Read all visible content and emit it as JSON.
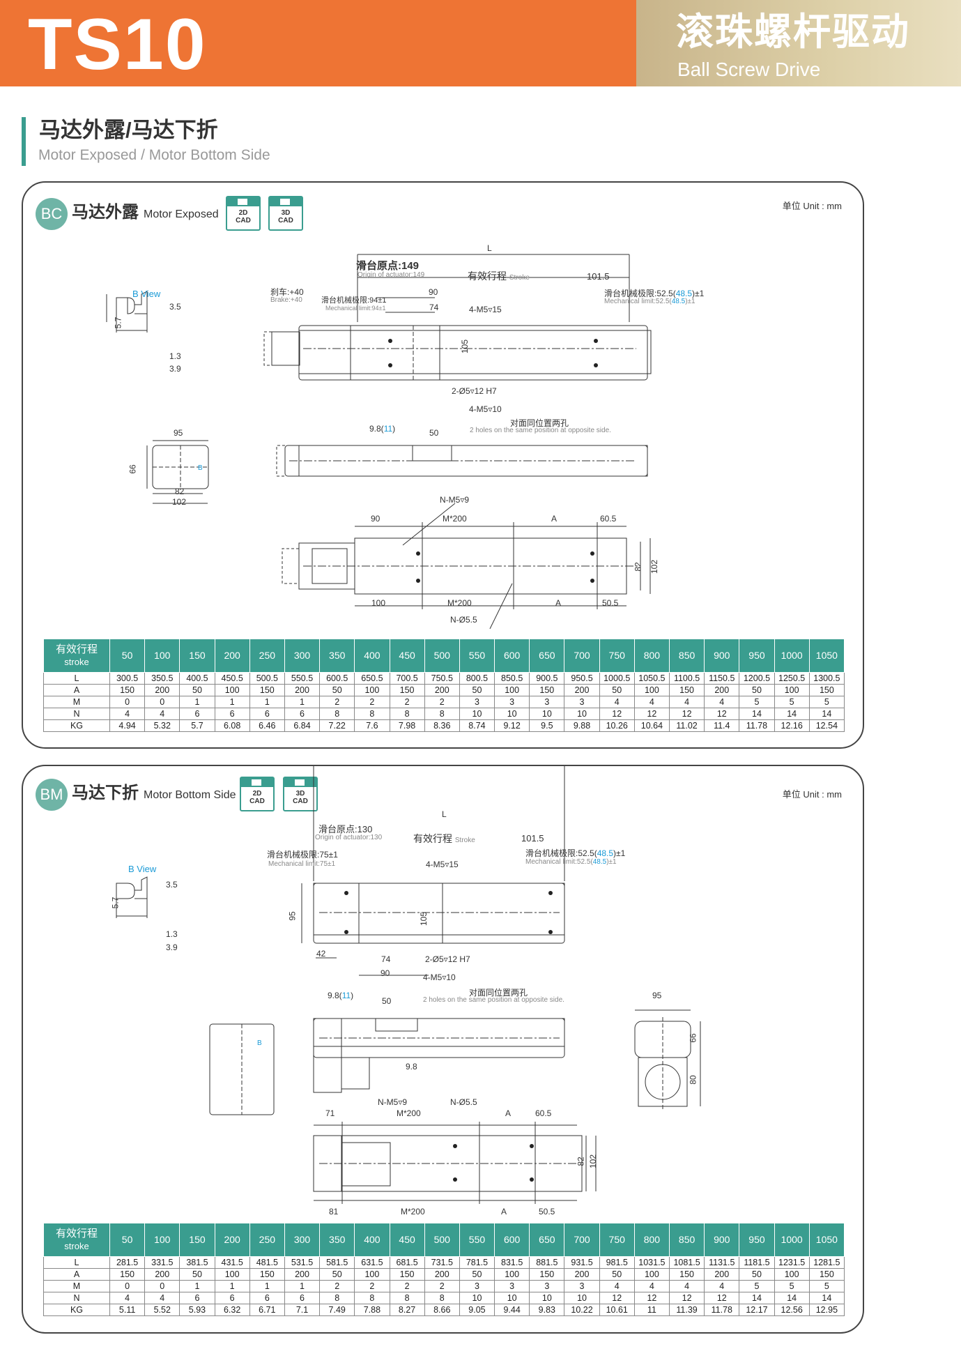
{
  "header": {
    "model": "TS10",
    "title_cn": "滚珠螺杆驱动",
    "title_en": "Ball Screw Drive"
  },
  "section": {
    "title_cn": "马达外露/马达下折",
    "title_en": "Motor Exposed / Motor Bottom Side"
  },
  "colors": {
    "orange": "#ee7434",
    "teal": "#3a9d8f",
    "gold": "#d8c79e",
    "blue": "#1a9ad6"
  },
  "panel_bc": {
    "badge": "BC",
    "title_cn": "马达外露",
    "title_en": "Motor Exposed",
    "cad_2d": "2D CAD",
    "cad_3d": "3D CAD",
    "unit": "单位 Unit : mm",
    "drawing": {
      "b_view": "B View",
      "dim_3_5": "3.5",
      "dim_5_7": "5.7",
      "dim_1_3": "1.3",
      "dim_3_9": "3.9",
      "L": "L",
      "origin_cn": "滑台原点:149",
      "origin_en": "Origin of actuator:149",
      "stroke_cn": "有效行程",
      "stroke_en": "Stroke",
      "d101_5": "101.5",
      "brake_cn": "刹车:+40",
      "brake_en": "Brake:+40",
      "mech_left_cn": "滑台机械极限:94±1",
      "mech_left_en": "Mechanical limit:94±1",
      "mech_right_cn": "滑台机械极限:52.5(",
      "mech_right_blue": "48.5",
      "mech_right_tail": ")±1",
      "mech_right_en": "Mechanical limit:52.5(",
      "mech_right_en_tail": ")±1",
      "d90": "90",
      "d74": "74",
      "m5_15": "4-M5▿15",
      "d105": "105",
      "hole_h7": "2-Ø5▿12 H7",
      "m5_10": "4-M5▿10",
      "d9_8": "9.8(",
      "d9_8_blue": "11",
      "d9_8_tail": ")",
      "d50": "50",
      "opp_cn": "对面同位置两孔",
      "opp_en": "2 holes on the same position at opposite side.",
      "d95": "95",
      "d66": "66",
      "d82": "82",
      "d102": "102",
      "nm5": "N-M5▿9",
      "m200": "M*200",
      "A": "A",
      "d60_5": "60.5",
      "d100": "100",
      "d50_5": "50.5",
      "n55": "N-Ø5.5",
      "b_mark": "B"
    },
    "table": {
      "head_cn": "有效行程",
      "head_en": "stroke",
      "strokes": [
        "50",
        "100",
        "150",
        "200",
        "250",
        "300",
        "350",
        "400",
        "450",
        "500",
        "550",
        "600",
        "650",
        "700",
        "750",
        "800",
        "850",
        "900",
        "950",
        "1000",
        "1050"
      ],
      "rows": [
        {
          "label": "L",
          "values": [
            "300.5",
            "350.5",
            "400.5",
            "450.5",
            "500.5",
            "550.5",
            "600.5",
            "650.5",
            "700.5",
            "750.5",
            "800.5",
            "850.5",
            "900.5",
            "950.5",
            "1000.5",
            "1050.5",
            "1100.5",
            "1150.5",
            "1200.5",
            "1250.5",
            "1300.5"
          ]
        },
        {
          "label": "A",
          "values": [
            "150",
            "200",
            "50",
            "100",
            "150",
            "200",
            "50",
            "100",
            "150",
            "200",
            "50",
            "100",
            "150",
            "200",
            "50",
            "100",
            "150",
            "200",
            "50",
            "100",
            "150"
          ]
        },
        {
          "label": "M",
          "values": [
            "0",
            "0",
            "1",
            "1",
            "1",
            "1",
            "2",
            "2",
            "2",
            "2",
            "3",
            "3",
            "3",
            "3",
            "4",
            "4",
            "4",
            "4",
            "5",
            "5",
            "5"
          ]
        },
        {
          "label": "N",
          "values": [
            "4",
            "4",
            "6",
            "6",
            "6",
            "6",
            "8",
            "8",
            "8",
            "8",
            "10",
            "10",
            "10",
            "10",
            "12",
            "12",
            "12",
            "12",
            "14",
            "14",
            "14"
          ]
        },
        {
          "label": "KG",
          "values": [
            "4.94",
            "5.32",
            "5.7",
            "6.08",
            "6.46",
            "6.84",
            "7.22",
            "7.6",
            "7.98",
            "8.36",
            "8.74",
            "9.12",
            "9.5",
            "9.88",
            "10.26",
            "10.64",
            "11.02",
            "11.4",
            "11.78",
            "12.16",
            "12.54"
          ]
        }
      ]
    }
  },
  "panel_bm": {
    "badge": "BM",
    "title_cn": "马达下折",
    "title_en": "Motor Bottom Side",
    "cad_2d": "2D CAD",
    "cad_3d": "3D CAD",
    "unit": "单位 Unit : mm",
    "drawing": {
      "b_view": "B View",
      "dim_3_5": "3.5",
      "dim_5_7": "5.7",
      "dim_1_3": "1.3",
      "dim_3_9": "3.9",
      "L": "L",
      "origin_cn": "滑台原点:130",
      "origin_en": "Origin of actuator:130",
      "stroke_cn": "有效行程",
      "stroke_en": "Stroke",
      "d101_5": "101.5",
      "mech_left_cn": "滑台机械极限:75±1",
      "mech_left_en": "Mechanical limit:75±1",
      "mech_right_cn": "滑台机械极限:52.5(",
      "mech_right_blue": "48.5",
      "mech_right_tail": ")±1",
      "mech_right_en": "Mechanical limit:52.5(",
      "mech_right_en_tail": ")±1",
      "m5_15": "4-M5▿15",
      "d95": "95",
      "d105": "105",
      "d42": "42",
      "d74": "74",
      "hole_h7": "2-Ø5▿12 H7",
      "d90": "90",
      "m5_10": "4-M5▿10",
      "d9_8": "9.8(",
      "d9_8_blue": "11",
      "d9_8_tail": ")",
      "d50": "50",
      "opp_cn": "对面同位置两孔",
      "opp_en": "2 holes on the same position at opposite side.",
      "d9_8b": "9.8",
      "d66": "66",
      "d80": "80",
      "nm5": "N-M5▿9",
      "n55": "N-Ø5.5",
      "d71": "71",
      "m200": "M*200",
      "A": "A",
      "d60_5": "60.5",
      "d82": "82",
      "d102": "102",
      "d81": "81",
      "d50_5": "50.5",
      "b_mark": "B"
    },
    "table": {
      "head_cn": "有效行程",
      "head_en": "stroke",
      "strokes": [
        "50",
        "100",
        "150",
        "200",
        "250",
        "300",
        "350",
        "400",
        "450",
        "500",
        "550",
        "600",
        "650",
        "700",
        "750",
        "800",
        "850",
        "900",
        "950",
        "1000",
        "1050"
      ],
      "rows": [
        {
          "label": "L",
          "values": [
            "281.5",
            "331.5",
            "381.5",
            "431.5",
            "481.5",
            "531.5",
            "581.5",
            "631.5",
            "681.5",
            "731.5",
            "781.5",
            "831.5",
            "881.5",
            "931.5",
            "981.5",
            "1031.5",
            "1081.5",
            "1131.5",
            "1181.5",
            "1231.5",
            "1281.5"
          ]
        },
        {
          "label": "A",
          "values": [
            "150",
            "200",
            "50",
            "100",
            "150",
            "200",
            "50",
            "100",
            "150",
            "200",
            "50",
            "100",
            "150",
            "200",
            "50",
            "100",
            "150",
            "200",
            "50",
            "100",
            "150"
          ]
        },
        {
          "label": "M",
          "values": [
            "0",
            "0",
            "1",
            "1",
            "1",
            "1",
            "2",
            "2",
            "2",
            "2",
            "3",
            "3",
            "3",
            "3",
            "4",
            "4",
            "4",
            "4",
            "5",
            "5",
            "5"
          ]
        },
        {
          "label": "N",
          "values": [
            "4",
            "4",
            "6",
            "6",
            "6",
            "6",
            "8",
            "8",
            "8",
            "8",
            "10",
            "10",
            "10",
            "10",
            "12",
            "12",
            "12",
            "12",
            "14",
            "14",
            "14"
          ]
        },
        {
          "label": "KG",
          "values": [
            "5.11",
            "5.52",
            "5.93",
            "6.32",
            "6.71",
            "7.1",
            "7.49",
            "7.88",
            "8.27",
            "8.66",
            "9.05",
            "9.44",
            "9.83",
            "10.22",
            "10.61",
            "11",
            "11.39",
            "11.78",
            "12.17",
            "12.56",
            "12.95"
          ]
        }
      ]
    }
  }
}
